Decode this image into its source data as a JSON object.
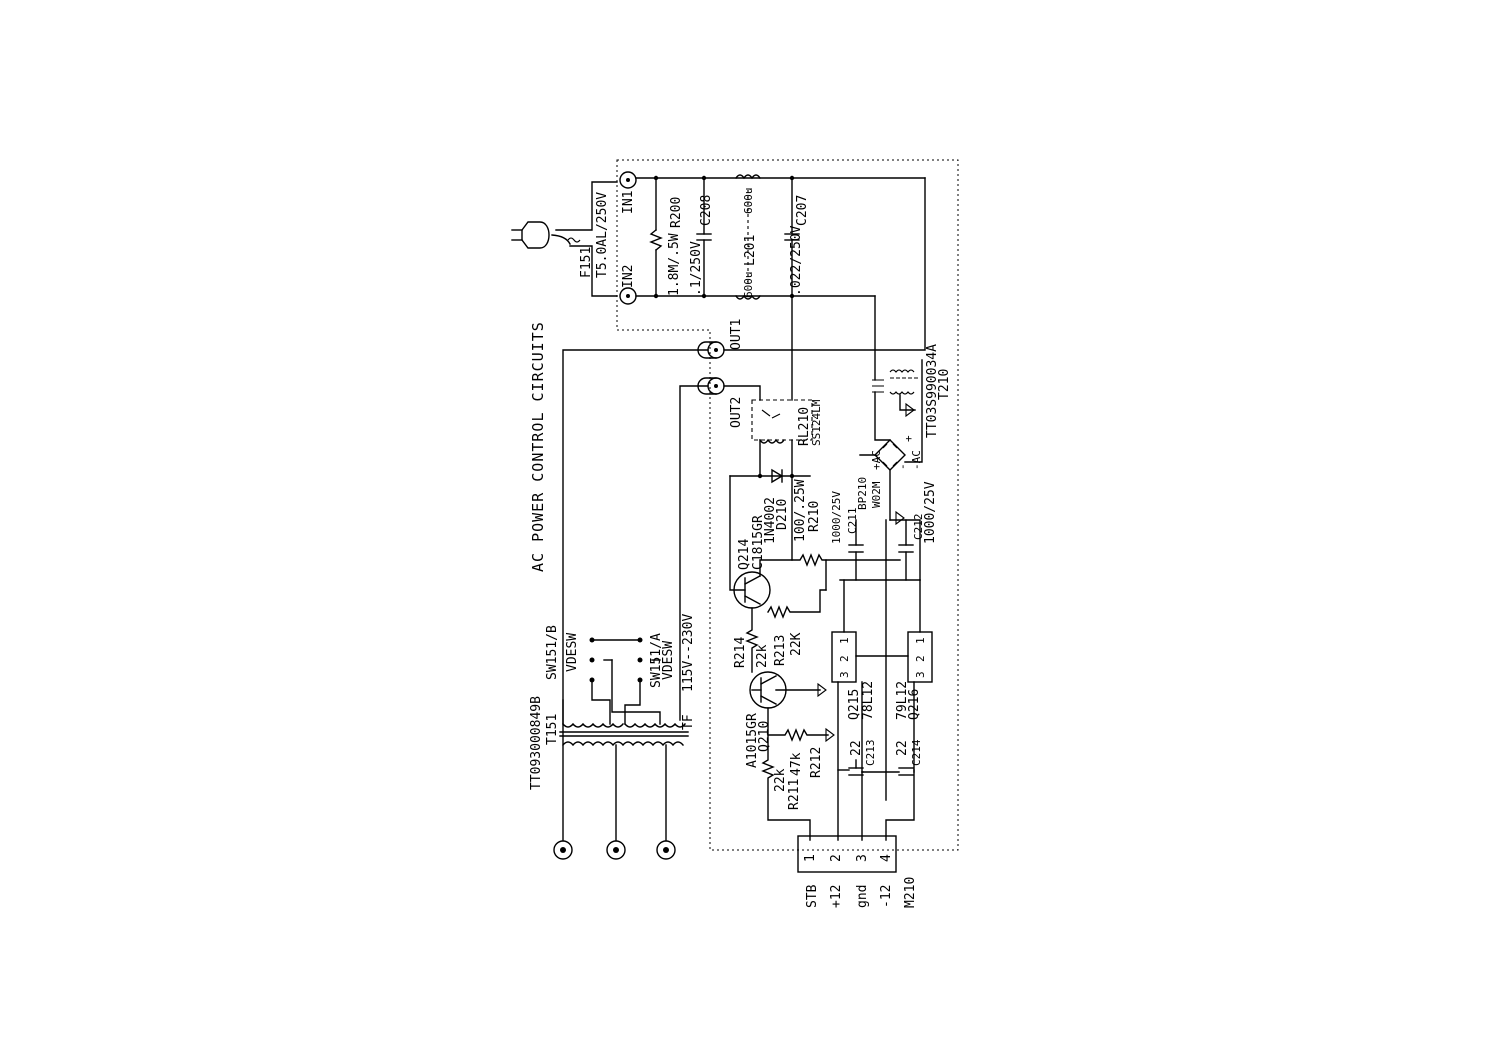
{
  "title": "AC POWER CONTROL CIRCUITS",
  "transformer_main": {
    "ref": "T151",
    "part": "TT09300084​9B"
  },
  "switch_b": {
    "ref": "SW151/B",
    "name": "VDESW"
  },
  "switch_a": {
    "ref": "SW151/A",
    "name": "VDESW"
  },
  "tf": {
    "ref": "TF",
    "value": "115V--230V"
  },
  "fuse": {
    "ref": "F151",
    "value": "T5.0AL/250V"
  },
  "connectors": {
    "in1": "IN1",
    "in2": "IN2",
    "out1": "OUT1",
    "out2": "OUT2"
  },
  "r200": {
    "ref": "R200",
    "value": "1.8M/.5W"
  },
  "c208": {
    "ref": "C208",
    "value": ".1/250V"
  },
  "l201": {
    "ref": "L201",
    "value_a": "600u",
    "value_b": "600u"
  },
  "c207": {
    "ref": "C207",
    "value": ".022/250V"
  },
  "t210": {
    "ref": "T210",
    "part": "TT03S99​0034A"
  },
  "rl210": {
    "ref": "RL210",
    "part": "SS124LM"
  },
  "bp210": {
    "ref": "BP210",
    "part": "W02M",
    "pins": [
      "+AC",
      "-AC",
      "+",
      "-"
    ]
  },
  "d210": {
    "ref": "D210",
    "part": "1N4002"
  },
  "q214": {
    "ref": "Q214",
    "part": "C1815GR"
  },
  "r210": {
    "ref": "R210",
    "value": "100/.25W"
  },
  "c211": {
    "ref": "C211",
    "value": "1000/25V"
  },
  "c212": {
    "ref": "C212",
    "value": "1000/25V"
  },
  "r214": {
    "ref": "R214",
    "value": "22k"
  },
  "r213": {
    "ref": "R213",
    "value": "22K"
  },
  "q210": {
    "ref": "Q210",
    "part": "A1015GR"
  },
  "r211": {
    "ref": "R211",
    "value": "22k"
  },
  "r212": {
    "ref": "R212",
    "value": "47k"
  },
  "q215": {
    "ref": "Q215",
    "part": "78L12",
    "pins": [
      "1",
      "2",
      "3"
    ]
  },
  "q216": {
    "ref": "Q216",
    "part": "79L12",
    "pins": [
      "1",
      "2",
      "3"
    ]
  },
  "c213": {
    "ref": "C213",
    "value": "22"
  },
  "c214": {
    "ref": "C214",
    "value": "22"
  },
  "m210": {
    "ref": "M210",
    "pins": [
      "1",
      "2",
      "3",
      "4"
    ],
    "signals": [
      "STB",
      "+12",
      "gnd",
      "-12"
    ]
  }
}
